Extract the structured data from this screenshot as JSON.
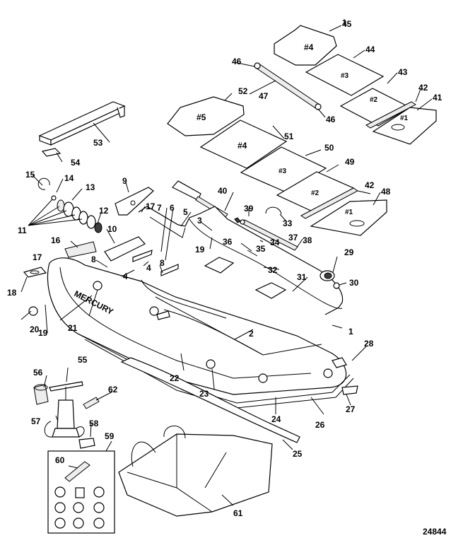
{
  "figure_number": "24844",
  "brand_text": "MERCURY",
  "floorboard_marks": {
    "upper": [
      "#4",
      "#3",
      "#2",
      "#1"
    ],
    "lower": [
      "#5",
      "#4",
      "#3",
      "#2",
      "#1"
    ]
  },
  "callouts": [
    "1",
    "2",
    "3",
    "4",
    "4",
    "5",
    "6",
    "7",
    "8",
    "8",
    "9",
    "10",
    "11",
    "12",
    "13",
    "14",
    "15",
    "16",
    "17",
    "17",
    "18",
    "19",
    "19",
    "20",
    "21",
    "22",
    "23",
    "24",
    "25",
    "26",
    "27",
    "28",
    "29",
    "30",
    "31",
    "32",
    "33",
    "34",
    "35",
    "36",
    "37",
    "38",
    "39",
    "40",
    "41",
    "42",
    "42",
    "43",
    "44",
    "45",
    "46",
    "46",
    "47",
    "48",
    "49",
    "50",
    "51",
    "52",
    "53",
    "54",
    "55",
    "56",
    "57",
    "58",
    "59",
    "60",
    "61",
    "62"
  ]
}
